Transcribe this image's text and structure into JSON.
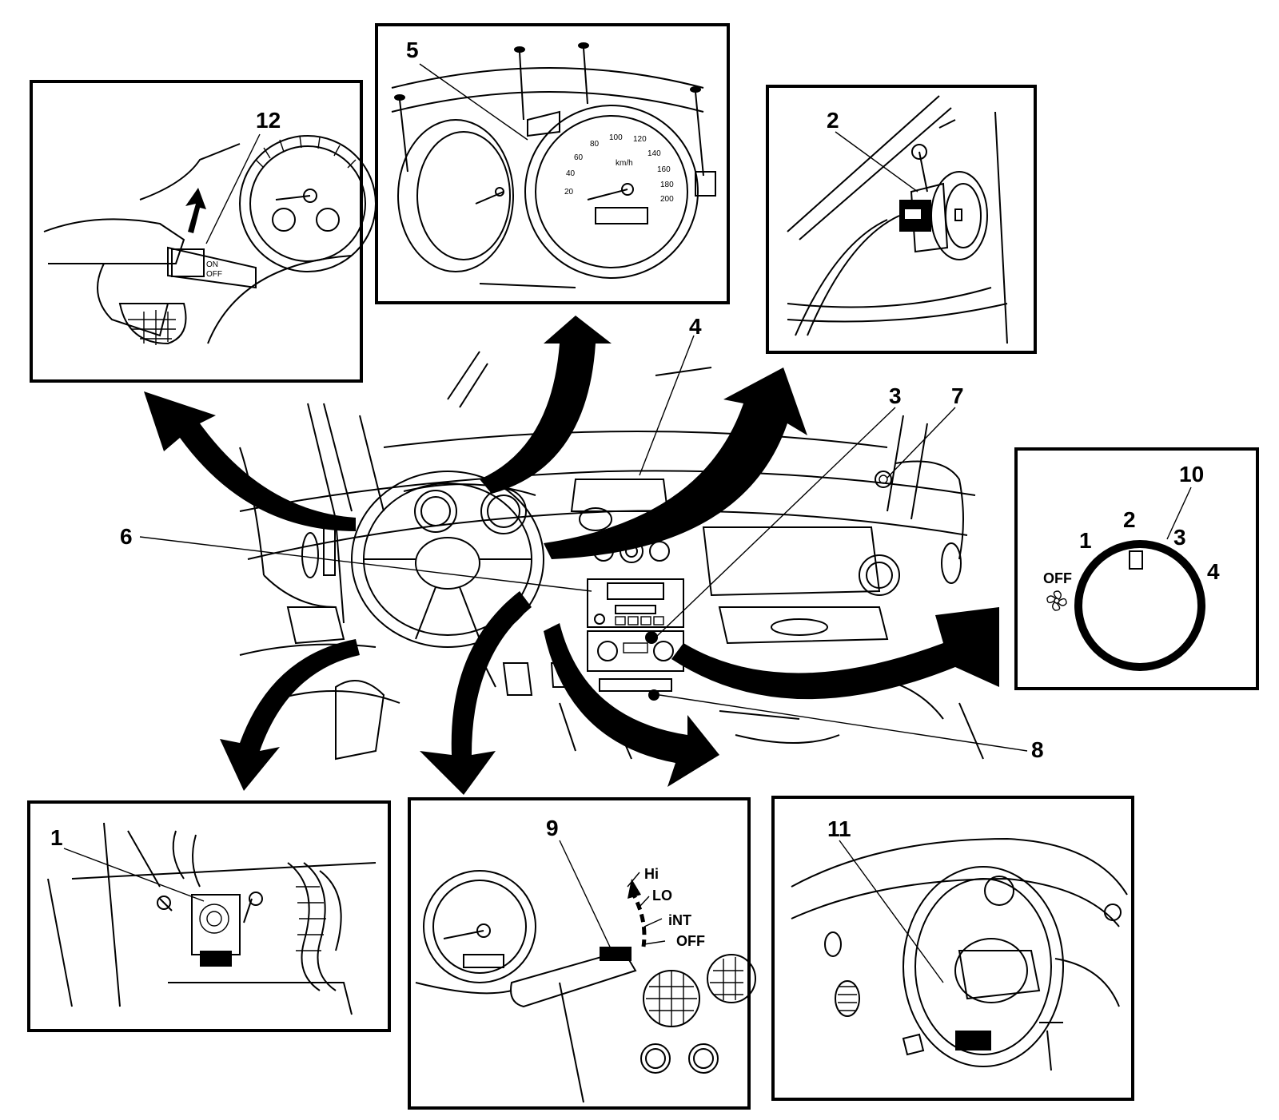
{
  "colors": {
    "ink": "#000000",
    "paper": "#ffffff"
  },
  "callouts": {
    "c1": "1",
    "c2": "2",
    "c3": "3",
    "c4": "4",
    "c5": "5",
    "c6": "6",
    "c7": "7",
    "c8": "8",
    "c9": "9",
    "c10": "10",
    "c11": "11",
    "c12": "12"
  },
  "blower_switch": {
    "off_label": "OFF",
    "positions": [
      "1",
      "2",
      "3",
      "4"
    ],
    "icon": "fan-icon"
  },
  "wiper_stalk": {
    "positions": [
      "Hi",
      "LO",
      "iNT",
      "OFF"
    ]
  },
  "speedometer": {
    "ticks": [
      "20",
      "40",
      "60",
      "80",
      "100",
      "120",
      "140",
      "160",
      "180",
      "200"
    ],
    "unit": "km/h"
  },
  "light_stalk": {
    "labels": [
      "ON",
      "OFF"
    ]
  },
  "arrows": [
    "arrow-to-panel-12",
    "arrow-to-panel-5",
    "arrow-to-panel-2",
    "arrow-to-panel-10",
    "arrow-to-panel-1",
    "arrow-to-panel-9",
    "arrow-to-panel-11"
  ]
}
